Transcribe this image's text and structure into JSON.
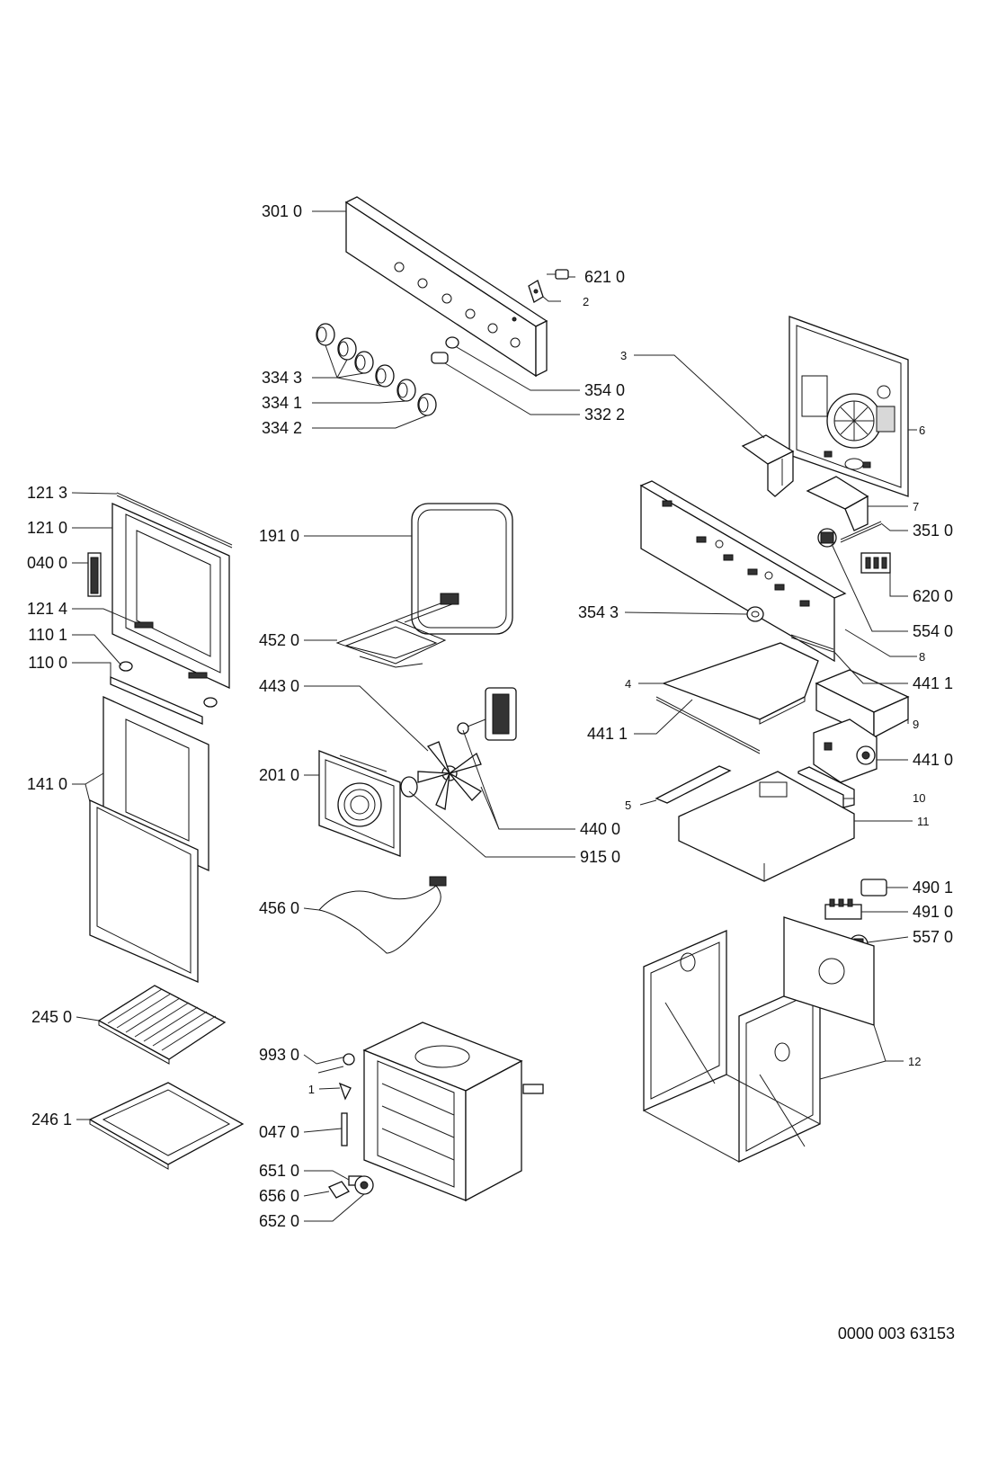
{
  "labels": {
    "l3010": "301 0",
    "l6210": "621 0",
    "l2": "2",
    "l3343": "334 3",
    "l3341": "334 1",
    "l3342": "334 2",
    "l3540": "354 0",
    "l3322": "332 2",
    "l3": "3",
    "l6": "6",
    "l7": "7",
    "l3510": "351 0",
    "l6200": "620 0",
    "l3543": "354 3",
    "l5540": "554 0",
    "l8": "8",
    "l4411a": "441 1",
    "l4": "4",
    "l4411b": "441 1",
    "l9": "9",
    "l4410": "441 0",
    "l10": "10",
    "l5": "5",
    "l11": "11",
    "l1213": "121 3",
    "l1210": "121 0",
    "l0400": "040 0",
    "l1214": "121 4",
    "l1101": "110 1",
    "l1100": "110 0",
    "l1410": "141 0",
    "l1910": "191 0",
    "l4520": "452 0",
    "l4430": "443 0",
    "l2010": "201 0",
    "l4400": "440 0",
    "l9150": "915 0",
    "l4560": "456 0",
    "l4901": "490 1",
    "l4910": "491 0",
    "l5570": "557 0",
    "l12": "12",
    "l2450": "245 0",
    "l2461": "246 1",
    "l9930": "993 0",
    "l1": "1",
    "l0470": "047 0",
    "l6510": "651 0",
    "l6560": "656 0",
    "l6520": "652 0"
  },
  "footer": {
    "reference": "0000 003 63153"
  }
}
